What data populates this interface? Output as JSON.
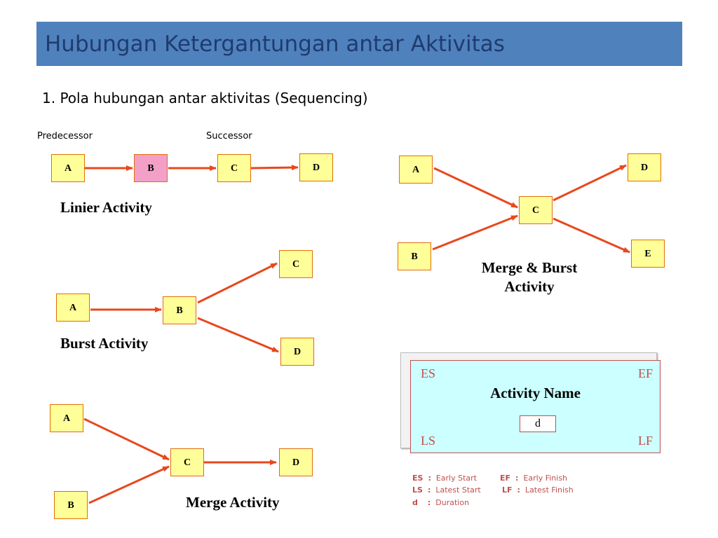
{
  "header": {
    "title": "Hubungan Ketergantungan antar Aktivitas",
    "subtitle": "1. Pola hubungan antar aktivitas (Sequencing)"
  },
  "linear": {
    "predecessor_label": "Predecessor",
    "successor_label": "Successor",
    "nodes": [
      "A",
      "B",
      "C",
      "D"
    ],
    "caption": "Linier Activity"
  },
  "burst": {
    "nodes": [
      "A",
      "B",
      "C",
      "D"
    ],
    "caption": "Burst Activity"
  },
  "merge": {
    "nodes": [
      "A",
      "B",
      "C",
      "D"
    ],
    "caption": "Merge Activity"
  },
  "merge_burst": {
    "nodes": [
      "A",
      "B",
      "C",
      "D",
      "E"
    ],
    "caption_line1": "Merge & Burst",
    "caption_line2": "Activity"
  },
  "legend": {
    "es": "ES",
    "ef": "EF",
    "ls": "LS",
    "lf": "LF",
    "activity_name": "Activity Name",
    "duration_symbol": "d",
    "key": [
      {
        "abbr": "ES",
        "sep": ":",
        "text": "Early Start"
      },
      {
        "abbr": "EF",
        "sep": ":",
        "text": "Early Finish"
      },
      {
        "abbr": "LS",
        "sep": ":",
        "text": "Latest Start"
      },
      {
        "abbr": "LF",
        "sep": ":",
        "text": "Latest Finish"
      },
      {
        "abbr": "d",
        "sep": ":",
        "text": "Duration"
      }
    ]
  },
  "colors": {
    "title_bar": "#4f81bd",
    "arrow": "#e8481c",
    "node_fill": "#ffff99",
    "node_highlight": "#f2a0c8",
    "legend_fill": "#ccffff",
    "legend_text": "#c0504d"
  }
}
